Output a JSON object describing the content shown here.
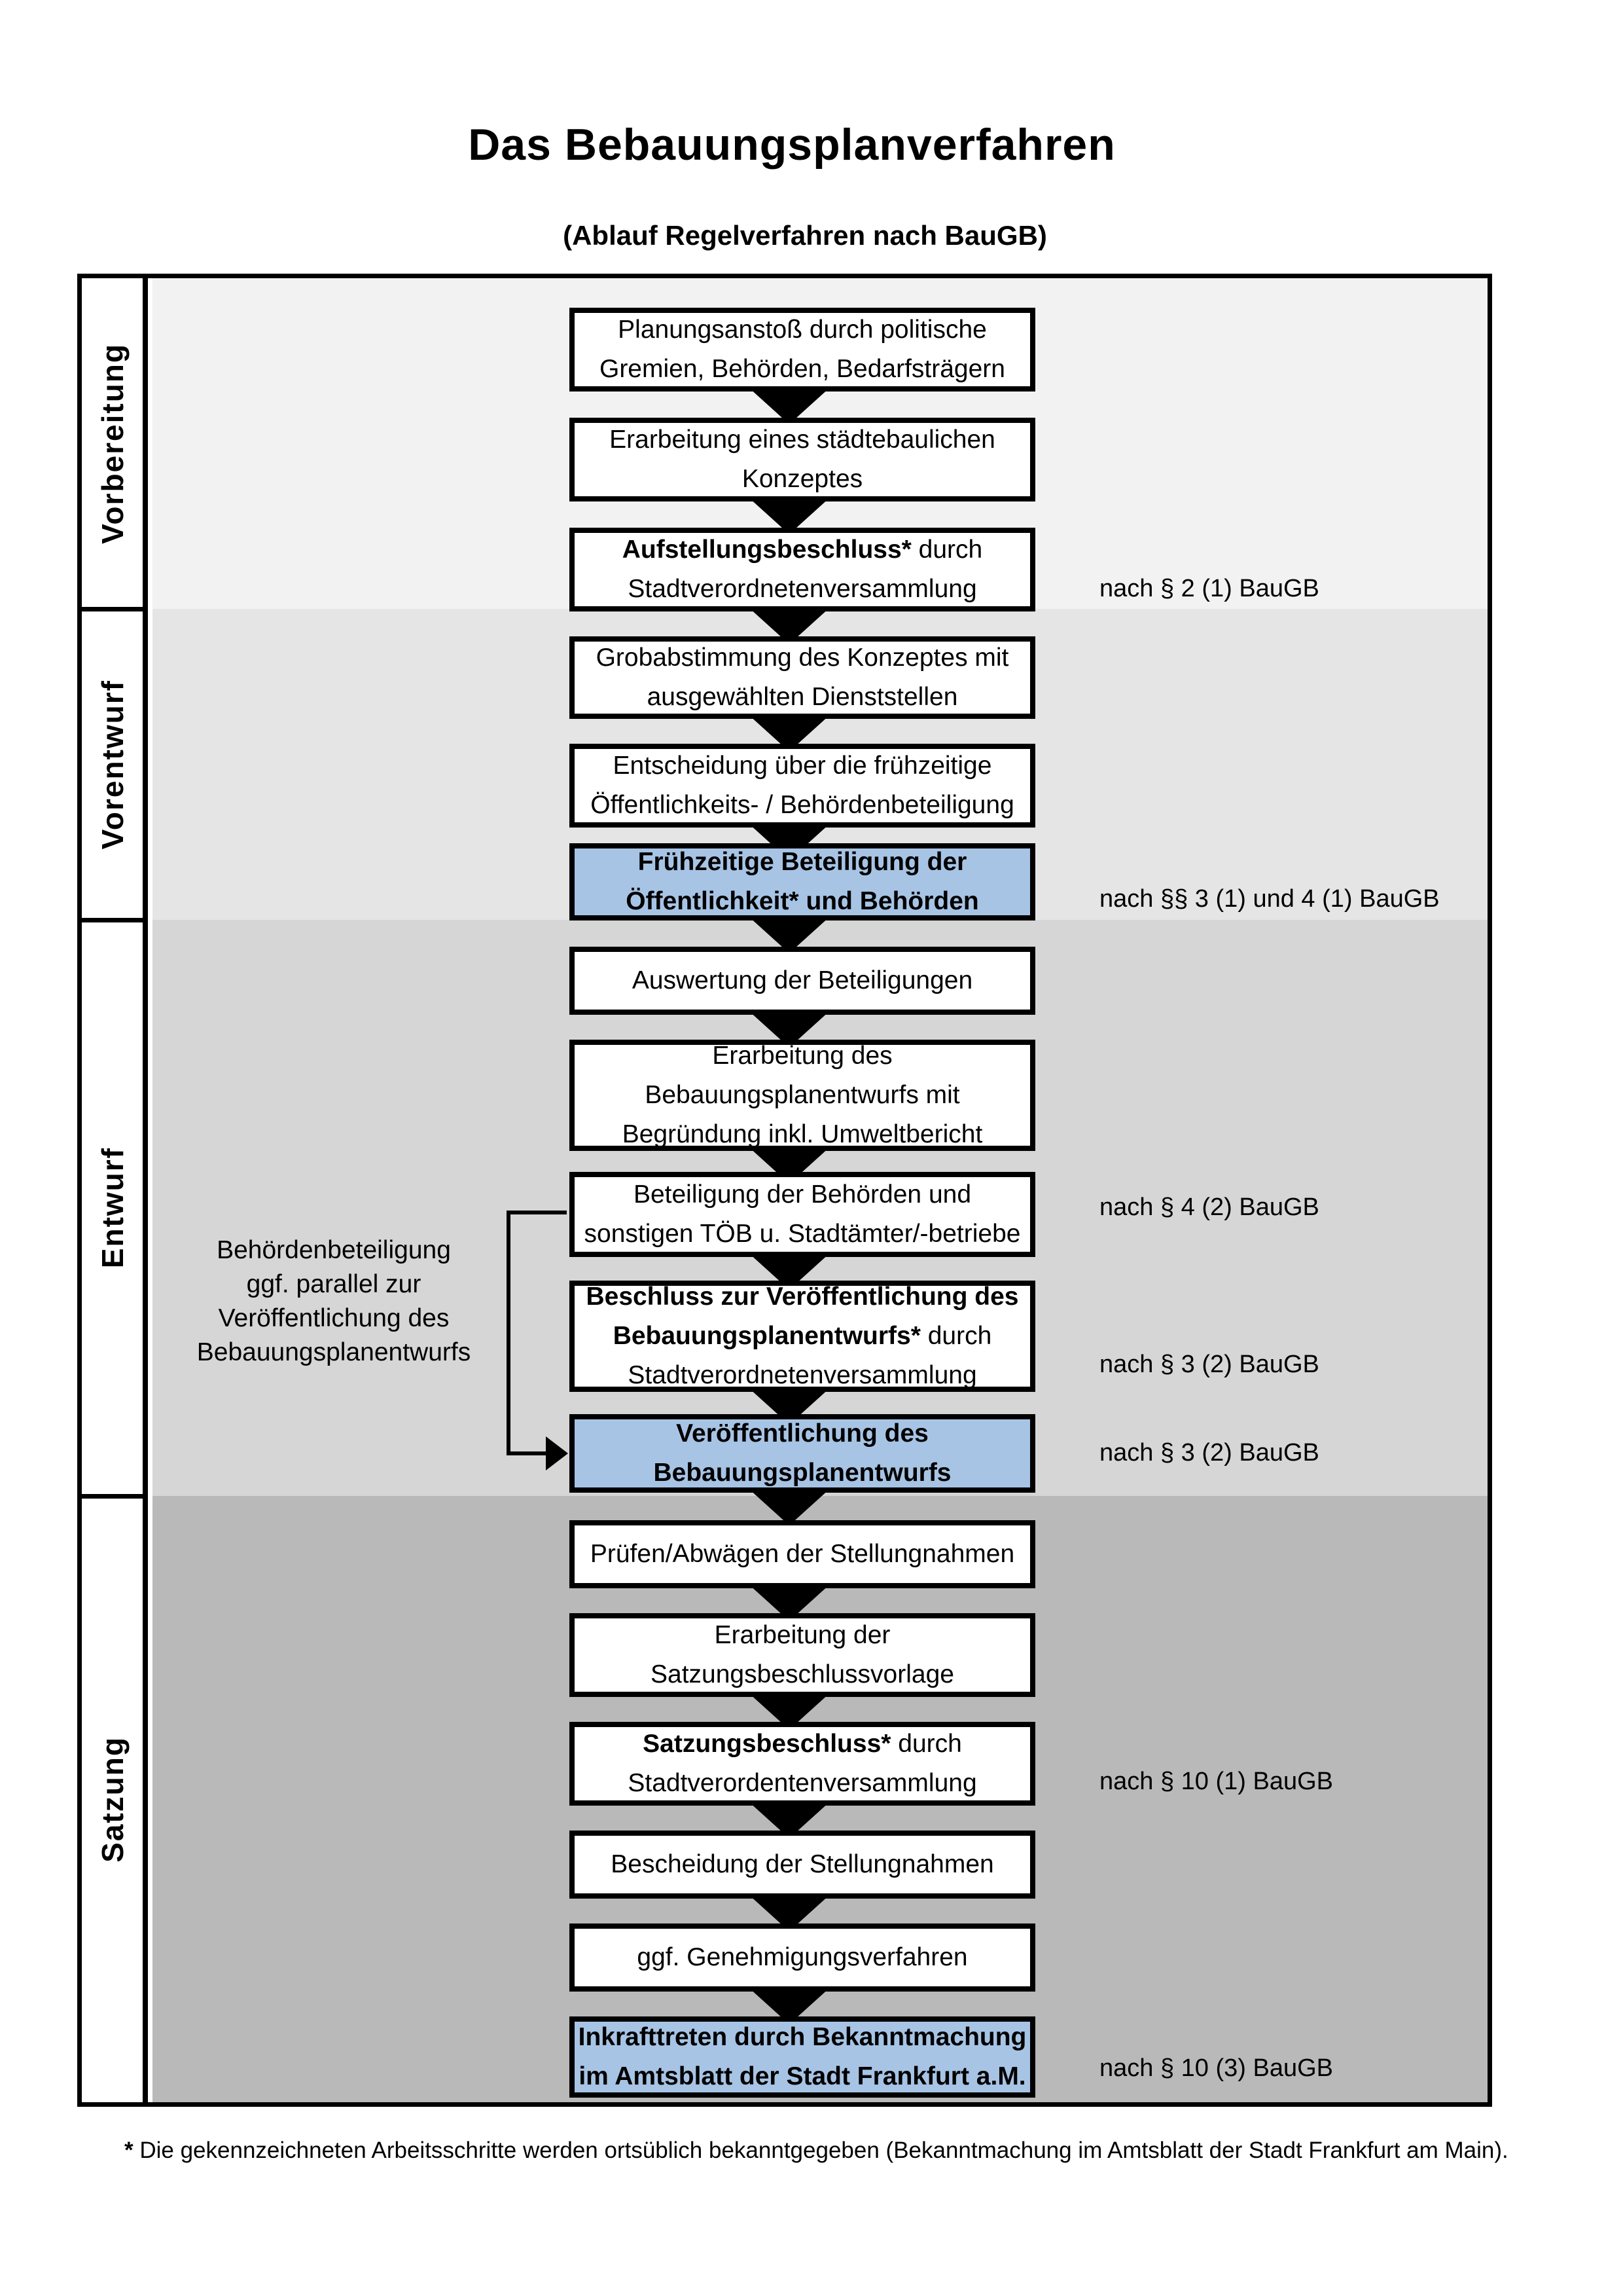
{
  "title": "Das Bebauungsplanverfahren",
  "subtitle": "(Ablauf Regelverfahren nach BauGB)",
  "colors": {
    "highlight_blue": "#a7c4e5",
    "section_grays": [
      "#f2f2f2",
      "#e5e5e5",
      "#d6d6d6",
      "#b9b9b9"
    ],
    "line_black": "#000000"
  },
  "phases": [
    {
      "label": "Vorbereitung"
    },
    {
      "label": "Vorentwurf"
    },
    {
      "label": "Entwurf"
    },
    {
      "label": "Satzung"
    }
  ],
  "boxes": [
    {
      "id": "planungsanstoss",
      "phase": 0,
      "highlight": false,
      "arrow_to_next": true,
      "lines": [
        [
          {
            "t": "Planungsanstoß durch politische"
          }
        ],
        [
          {
            "t": "Gremien, Behörden, Bedarfsträgern"
          }
        ]
      ]
    },
    {
      "id": "staedtebauliches-konzept",
      "phase": 0,
      "highlight": false,
      "arrow_to_next": true,
      "lines": [
        [
          {
            "t": "Erarbeitung eines städtebaulichen"
          }
        ],
        [
          {
            "t": "Konzeptes"
          }
        ]
      ]
    },
    {
      "id": "aufstellungsbeschluss",
      "phase": 0,
      "highlight": false,
      "arrow_to_next": true,
      "lines": [
        [
          {
            "t": "Aufstellungsbeschluss*",
            "b": true
          },
          {
            "t": " durch"
          }
        ],
        [
          {
            "t": "Stadtverordnetenversammlung"
          }
        ]
      ]
    },
    {
      "id": "grobabstimmung",
      "phase": 1,
      "highlight": false,
      "arrow_to_next": true,
      "lines": [
        [
          {
            "t": "Grobabstimmung des Konzeptes mit"
          }
        ],
        [
          {
            "t": "ausgewählten Dienststellen"
          }
        ]
      ]
    },
    {
      "id": "entscheidung-fruehzeitige-beteiligung",
      "phase": 1,
      "highlight": false,
      "arrow_to_next": true,
      "lines": [
        [
          {
            "t": "Entscheidung über die frühzeitige"
          }
        ],
        [
          {
            "t": "Öffentlichkeits- / Behördenbeteiligung"
          }
        ]
      ]
    },
    {
      "id": "fruehzeitige-beteiligung",
      "phase": 1,
      "highlight": true,
      "arrow_to_next": true,
      "lines": [
        [
          {
            "t": "Frühzeitige Beteiligung der"
          }
        ],
        [
          {
            "t": "Öffentlichkeit* und Behörden"
          }
        ]
      ]
    },
    {
      "id": "auswertung-beteiligungen",
      "phase": 2,
      "highlight": false,
      "arrow_to_next": true,
      "lines": [
        [
          {
            "t": "Auswertung der Beteiligungen"
          }
        ]
      ]
    },
    {
      "id": "erarbeitung-bebauungsplanentwurf",
      "phase": 2,
      "highlight": false,
      "arrow_to_next": true,
      "lines": [
        [
          {
            "t": "Erarbeitung des"
          }
        ],
        [
          {
            "t": "Bebauungsplanentwurfs mit"
          }
        ],
        [
          {
            "t": "Begründung inkl. Umweltbericht"
          }
        ]
      ]
    },
    {
      "id": "beteiligung-behoerden-toeb",
      "phase": 2,
      "highlight": false,
      "arrow_to_next": true,
      "lines": [
        [
          {
            "t": "Beteiligung der Behörden und"
          }
        ],
        [
          {
            "t": "sonstigen TÖB u. Stadtämter/-betriebe"
          }
        ]
      ]
    },
    {
      "id": "beschluss-veroeffentlichung",
      "phase": 2,
      "highlight": false,
      "arrow_to_next": true,
      "lines": [
        [
          {
            "t": "Beschluss zur Veröffentlichung des",
            "b": true
          }
        ],
        [
          {
            "t": "Bebauungsplanentwurfs*",
            "b": true
          },
          {
            "t": " durch"
          }
        ],
        [
          {
            "t": "Stadtverordnetenversammlung"
          }
        ]
      ]
    },
    {
      "id": "veroeffentlichung-entwurf",
      "phase": 2,
      "highlight": true,
      "arrow_to_next": true,
      "lines": [
        [
          {
            "t": "Veröffentlichung des"
          }
        ],
        [
          {
            "t": "Bebauungsplanentwurfs"
          }
        ]
      ]
    },
    {
      "id": "pruefen-abwaegen-stellungnahmen",
      "phase": 3,
      "highlight": false,
      "arrow_to_next": true,
      "lines": [
        [
          {
            "t": "Prüfen/Abwägen der Stellungnahmen"
          }
        ]
      ]
    },
    {
      "id": "erarbeitung-satzungsbeschlussvorlage",
      "phase": 3,
      "highlight": false,
      "arrow_to_next": true,
      "lines": [
        [
          {
            "t": "Erarbeitung der"
          }
        ],
        [
          {
            "t": "Satzungsbeschlussvorlage"
          }
        ]
      ]
    },
    {
      "id": "satzungsbeschluss",
      "phase": 3,
      "highlight": false,
      "arrow_to_next": true,
      "lines": [
        [
          {
            "t": "Satzungsbeschluss*",
            "b": true
          },
          {
            "t": " durch"
          }
        ],
        [
          {
            "t": "Stadtverordentenversammlung"
          }
        ]
      ]
    },
    {
      "id": "bescheidung-stellungnahmen",
      "phase": 3,
      "highlight": false,
      "arrow_to_next": true,
      "lines": [
        [
          {
            "t": "Bescheidung der Stellungnahmen"
          }
        ]
      ]
    },
    {
      "id": "genehmigungsverfahren",
      "phase": 3,
      "highlight": false,
      "arrow_to_next": true,
      "lines": [
        [
          {
            "t": "ggf. Genehmigungsverfahren"
          }
        ]
      ]
    },
    {
      "id": "inkrafttreten",
      "phase": 3,
      "highlight": true,
      "arrow_to_next": false,
      "lines": [
        [
          {
            "t": "Inkrafttreten",
            "b": true
          },
          {
            "t": " durch Bekanntmachung"
          }
        ],
        [
          {
            "t": "im Amtsblatt der Stadt Frankfurt a.M."
          }
        ]
      ]
    }
  ],
  "notes": [
    {
      "text": "nach § 2 (1) BauGB"
    },
    {
      "text": "nach §§ 3 (1) und 4 (1) BauGB"
    },
    {
      "text": "nach § 4 (2) BauGB"
    },
    {
      "text": "nach § 3 (2) BauGB"
    },
    {
      "text": "nach § 3 (2) BauGB"
    },
    {
      "text": "nach § 10 (1) BauGB"
    },
    {
      "text": "nach § 10 (3) BauGB"
    }
  ],
  "side_note": {
    "lines": [
      "Behördenbeteiligung",
      "ggf. parallel zur",
      "Veröffentlichung des",
      "Bebauungsplanentwurfs"
    ]
  },
  "footnote": {
    "marker": "*",
    "text": " Die gekennzeichneten Arbeitsschritte werden ortsüblich bekanntgegeben (Bekanntmachung im Amtsblatt  der Stadt Frankfurt am Main)."
  }
}
